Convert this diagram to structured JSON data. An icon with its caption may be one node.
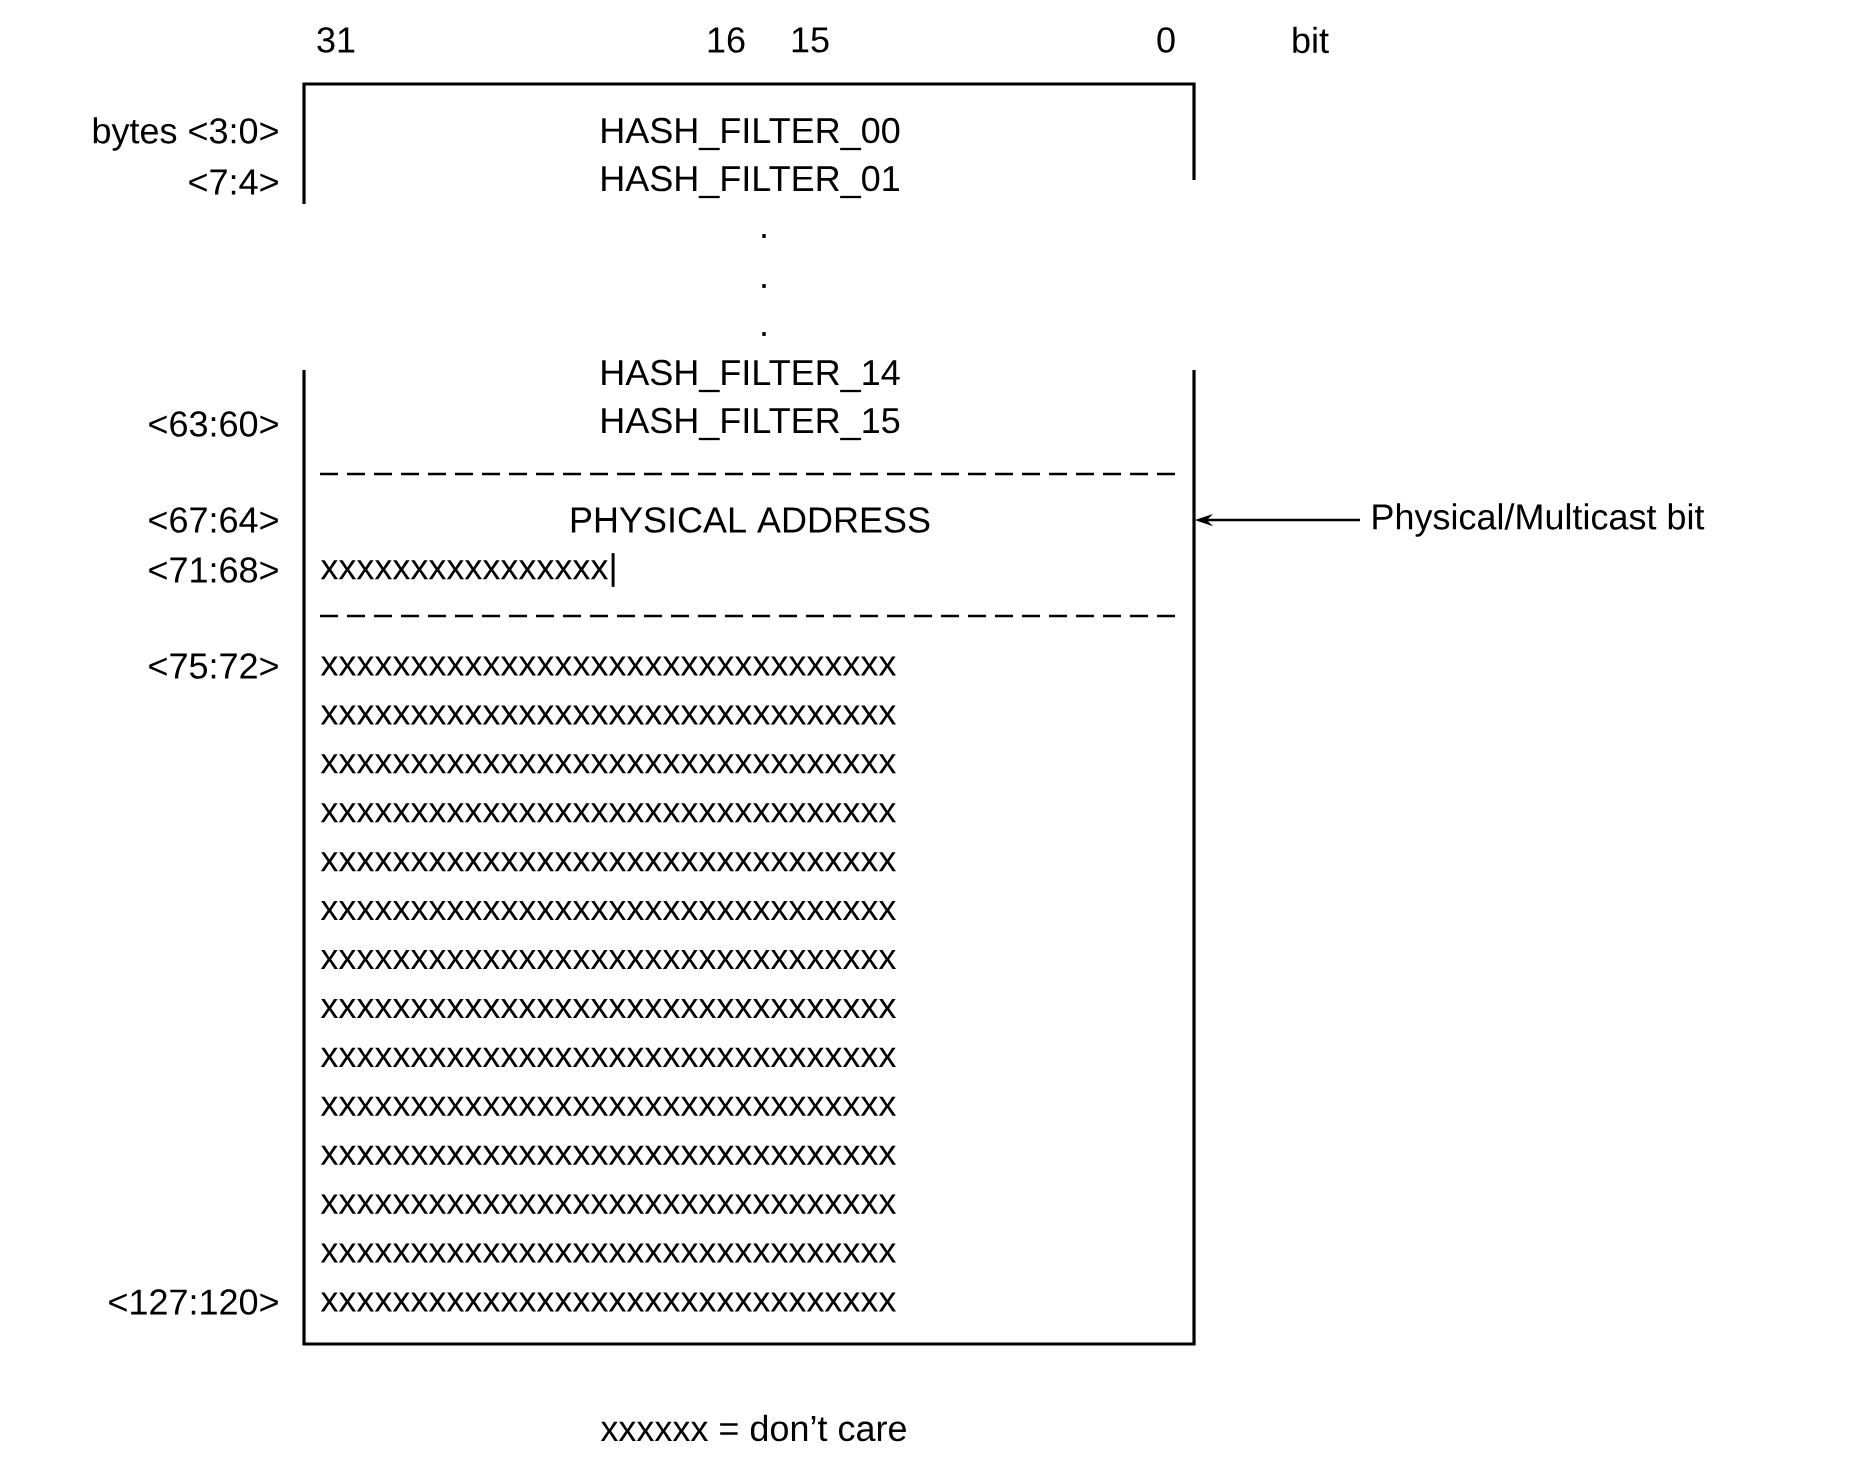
{
  "diagram": {
    "nodes": [
      {
        "text": [
          "HASH_FILTER_00",
          "HASH_FILTER_01",
          ".",
          ".",
          ".",
          "HASH_FILTER_14",
          "HASH_FILTER_15",
          "PHYSICAL ADDRESS",
          "xxxxxxxxxxxxxxxx|",
          "xxxxxxxxxxxxxxxxxxxxxxxxxxxxxxxx",
          "xxxxxxxxxxxxxxxxxxxxxxxxxxxxxxxx",
          "xxxxxxxxxxxxxxxxxxxxxxxxxxxxxxxx",
          "xxxxxxxxxxxxxxxxxxxxxxxxxxxxxxxx",
          "xxxxxxxxxxxxxxxxxxxxxxxxxxxxxxxx",
          "xxxxxxxxxxxxxxxxxxxxxxxxxxxxxxxx",
          "xxxxxxxxxxxxxxxxxxxxxxxxxxxxxxxx",
          "xxxxxxxxxxxxxxxxxxxxxxxxxxxxxxxx",
          "xxxxxxxxxxxxxxxxxxxxxxxxxxxxxxxx",
          "xxxxxxxxxxxxxxxxxxxxxxxxxxxxxxxx",
          "xxxxxxxxxxxxxxxxxxxxxxxxxxxxxxxx",
          "xxxxxxxxxxxxxxxxxxxxxxxxxxxxxxxx",
          "xxxxxxxxxxxxxxxxxxxxxxxxxxxxxxxx",
          "xxxxxxxxxxxxxxxxxxxxxxxxxxxxxxxx"
        ]
      },
      {
        "text": [
          "Physical/Multicast bit"
        ]
      }
    ],
    "edges": [
      {
        "from": 1,
        "to": 0,
        "arrow": "to"
      }
    ],
    "labels": [
      "31",
      "16",
      "15",
      "0",
      "bit",
      "bytes <3:0>",
      "<7:4>",
      "<63:60>",
      "<67:64>",
      "<71:68>",
      "<75:72>",
      "<127:120>",
      "xxxxxx = don’t care"
    ]
  }
}
